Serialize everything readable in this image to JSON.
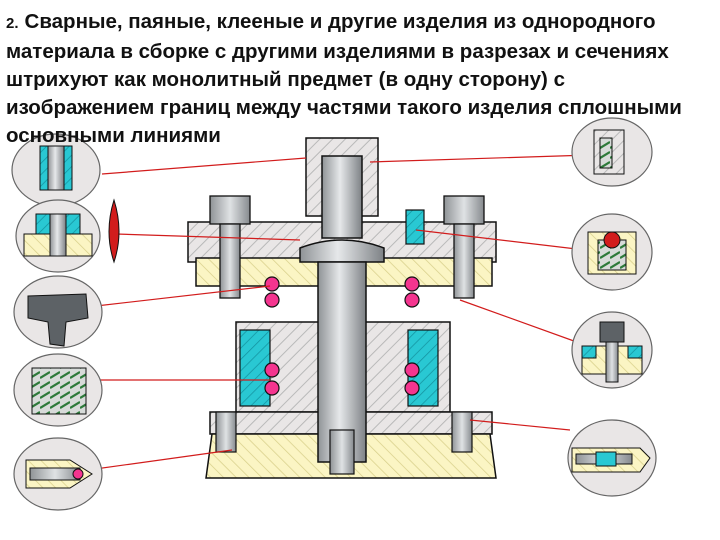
{
  "slide": {
    "number": "2.",
    "text": "Сварные, паяные, клееные и другие изделия из однородного материала в сборке с другими изделиями в разрезах и сечениях штрихуют как монолитный предмет (в одну сторону) с изображением границ между частями такого изделия сплошными основными линиями"
  },
  "colors": {
    "hatch_line": "#b9b9b9",
    "hatch_bg": "#e9e6e6",
    "cream": "#fbf5c4",
    "cyan": "#29c8d3",
    "gray": "#aeb1b4",
    "ball": "#f4358f",
    "leader": "#d21c1c",
    "outline": "#111111"
  },
  "icons": [
    "bushing-detail",
    "flanged-bushing-detail",
    "cutting-edge-detail",
    "cast-part-detail",
    "spring-detail",
    "fitting-detail",
    "riveted-block-detail",
    "plug-screw-detail",
    "stud-detail",
    "threaded-insert-detail"
  ]
}
